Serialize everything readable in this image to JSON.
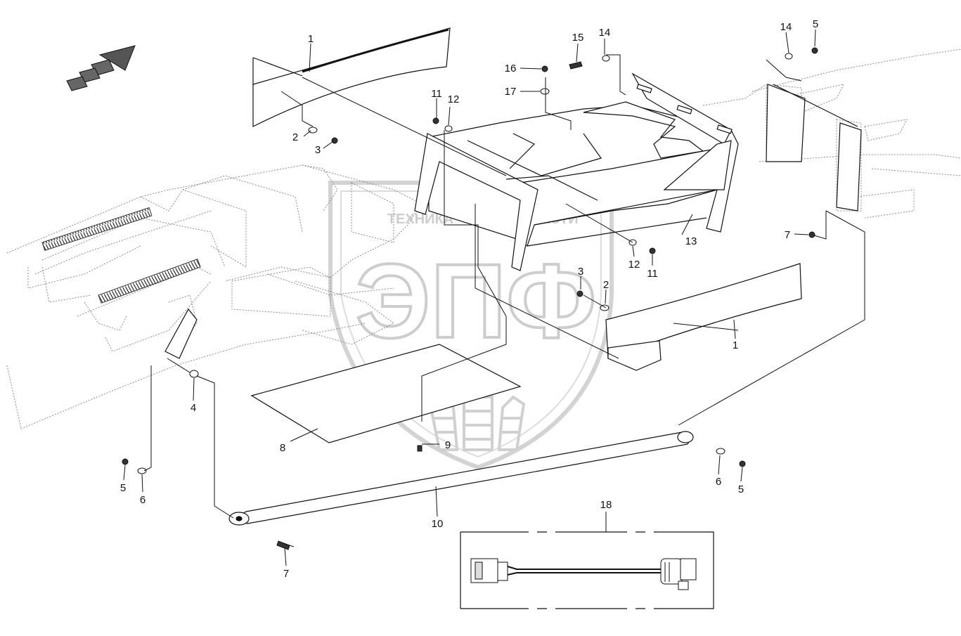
{
  "watermark": {
    "top_text_left": "ТЕХНИКА",
    "top_text_right": "ЗАПЧАСТИ",
    "big_text": "ЭПФ",
    "color": "#c8c8c8"
  },
  "colors": {
    "line": "#111111",
    "ghost": "#8a8a8a",
    "hatch": "#555555"
  },
  "callouts": [
    {
      "key": "c1a",
      "text": "1"
    },
    {
      "key": "c1b",
      "text": "1"
    },
    {
      "key": "c2a",
      "text": "2"
    },
    {
      "key": "c2b",
      "text": "2"
    },
    {
      "key": "c3a",
      "text": "3"
    },
    {
      "key": "c3b",
      "text": "3"
    },
    {
      "key": "c4",
      "text": "4"
    },
    {
      "key": "c5a",
      "text": "5"
    },
    {
      "key": "c5b",
      "text": "5"
    },
    {
      "key": "c5c",
      "text": "5"
    },
    {
      "key": "c6a",
      "text": "6"
    },
    {
      "key": "c6b",
      "text": "6"
    },
    {
      "key": "c7a",
      "text": "7"
    },
    {
      "key": "c7b",
      "text": "7"
    },
    {
      "key": "c8",
      "text": "8"
    },
    {
      "key": "c9",
      "text": "9"
    },
    {
      "key": "c10",
      "text": "10"
    },
    {
      "key": "c11a",
      "text": "11"
    },
    {
      "key": "c11b",
      "text": "11"
    },
    {
      "key": "c12a",
      "text": "12"
    },
    {
      "key": "c12b",
      "text": "12"
    },
    {
      "key": "c13",
      "text": "13"
    },
    {
      "key": "c14a",
      "text": "14"
    },
    {
      "key": "c14b",
      "text": "14"
    },
    {
      "key": "c15",
      "text": "15"
    },
    {
      "key": "c16",
      "text": "16"
    },
    {
      "key": "c17",
      "text": "17"
    },
    {
      "key": "c18",
      "text": "18"
    }
  ],
  "icons": {
    "direction_arrow": "forward-direction-arrow-icon",
    "wiring_harness": "wiring-harness-icon"
  }
}
